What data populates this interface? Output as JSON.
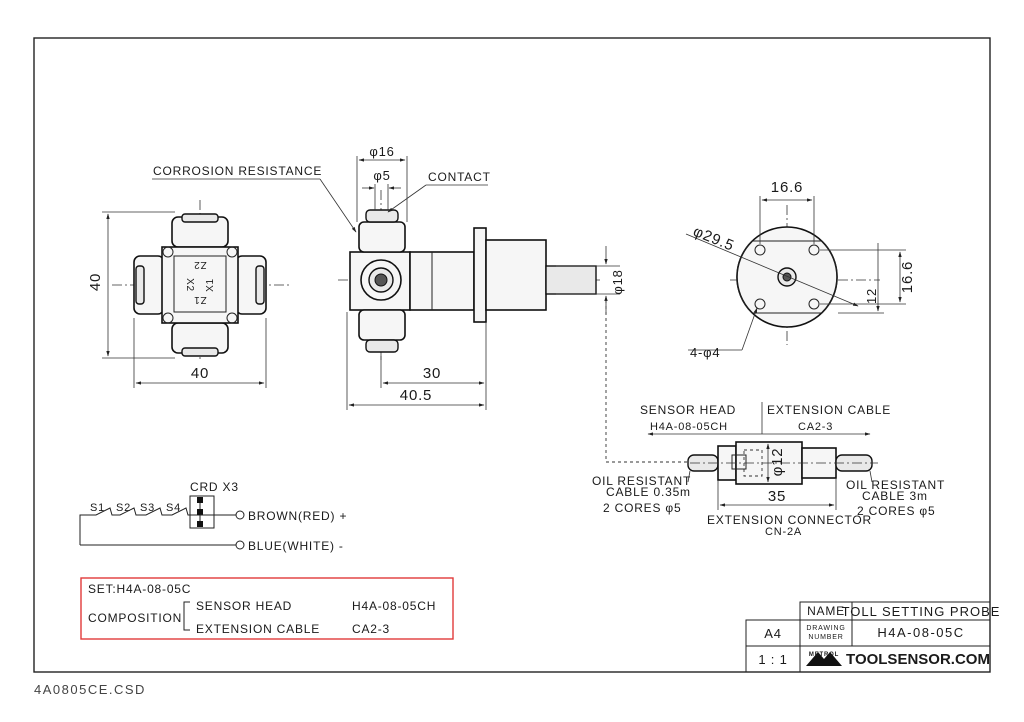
{
  "labels": {
    "corrosion": "CORROSION RESISTANCE",
    "contact": "CONTACT",
    "dia16": "φ16",
    "dia5": "φ5",
    "dim40_v": "40",
    "dim40_h": "40",
    "dim30": "30",
    "dim40_5": "40.5",
    "dia18": "φ18",
    "dim16_6_top": "16.6",
    "dim16_6_side": "16.6",
    "dim12_side": "12",
    "dia29_5": "φ29.5",
    "holes": "4-φ4",
    "sensor_head": "SENSOR HEAD",
    "sensor_head_part": "H4A-08-05CH",
    "extension_cable": "EXTENSION CABLE",
    "extension_cable_part": "CA2-3",
    "dia12": "φ12",
    "dim35": "35",
    "oil_left_1": "OIL RESISTANT",
    "oil_left_2": "CABLE 0.35m",
    "oil_left_3": "2 CORES φ5",
    "oil_right_1": "OIL RESISTANT",
    "oil_right_2": "CABLE 3m",
    "oil_right_3": "2 CORES φ5",
    "ext_connector_1": "EXTENSION CONNECTOR",
    "ext_connector_2": "CN-2A",
    "crd": "CRD X3",
    "s1": "S1",
    "s2": "S2",
    "s3": "S3",
    "s4": "S4",
    "brown": "BROWN(RED) +",
    "blue": "BLUE(WHITE) -",
    "face_x1": "X1",
    "face_x2": "X2",
    "face_z1": "Z1",
    "face_z2": "Z2"
  },
  "set_box": {
    "set": "SET:H4A-08-05C",
    "composition": "COMPOSITION",
    "item1_name": "SENSOR HEAD",
    "item1_part": "H4A-08-05CH",
    "item2_name": "EXTENSION CABLE",
    "item2_part": "CA2-3"
  },
  "title_block": {
    "name_label": "NAME",
    "name_value": "TOLL SETTING PROBE",
    "drawing_label_1": "DRAWING",
    "drawing_label_2": "NUMBER",
    "drawing_value": "H4A-08-05C",
    "size": "A4",
    "scale": "1 : 1",
    "logo_text": "METROL",
    "brand": "TOOLSENSOR.COM"
  },
  "file_name": "4A0805CE.CSD",
  "colors": {
    "set_box_border": "#e03a3a",
    "ink": "#1a1a1a"
  }
}
